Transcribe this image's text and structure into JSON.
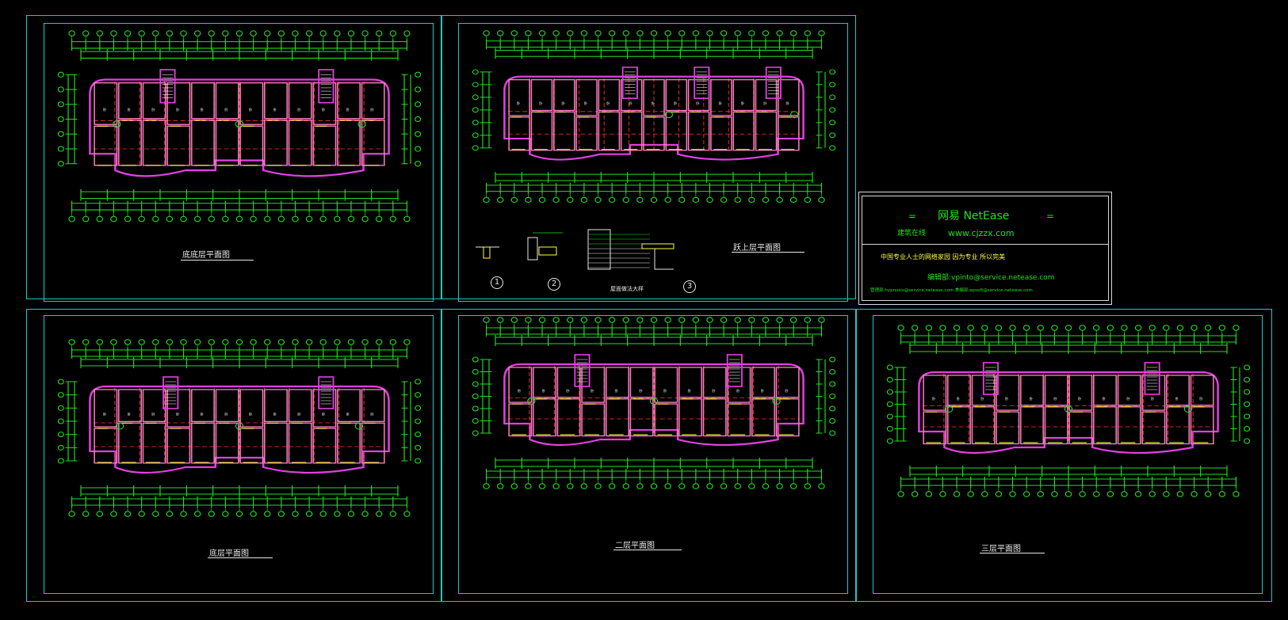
{
  "colors": {
    "frame": "#1ec8c8",
    "wall": "#ff7fbf",
    "outline": "#e040e0",
    "grid": "#ff3030",
    "dim": "#20e020",
    "white": "#e8e8e8",
    "yellow": "#ffff40",
    "background": "#000000"
  },
  "plans": [
    {
      "id": "semi-basement",
      "caption": "底底层平面图"
    },
    {
      "id": "upper-floor",
      "caption": "跃上层平面图"
    },
    {
      "id": "ground",
      "caption": "底层平面图"
    },
    {
      "id": "second",
      "caption": "二层平面图"
    },
    {
      "id": "third",
      "caption": "三层平面图"
    }
  ],
  "details": {
    "numbers": [
      "1",
      "2",
      "3"
    ],
    "note": "屋面做法大样"
  },
  "title_block": {
    "left_mark": "=",
    "logo": "网易 NetEase",
    "right_mark": "=",
    "site_name": "建筑在线",
    "url": "www.cjzzx.com",
    "slogan": "中国专业人士的网络家园 因为专业 所以完美",
    "editor_email": "编辑部:vpinto@service.netease.com",
    "footer": "管理部:hypnosis@service.netease.com    美编部:apsoft@service.netease.com"
  }
}
